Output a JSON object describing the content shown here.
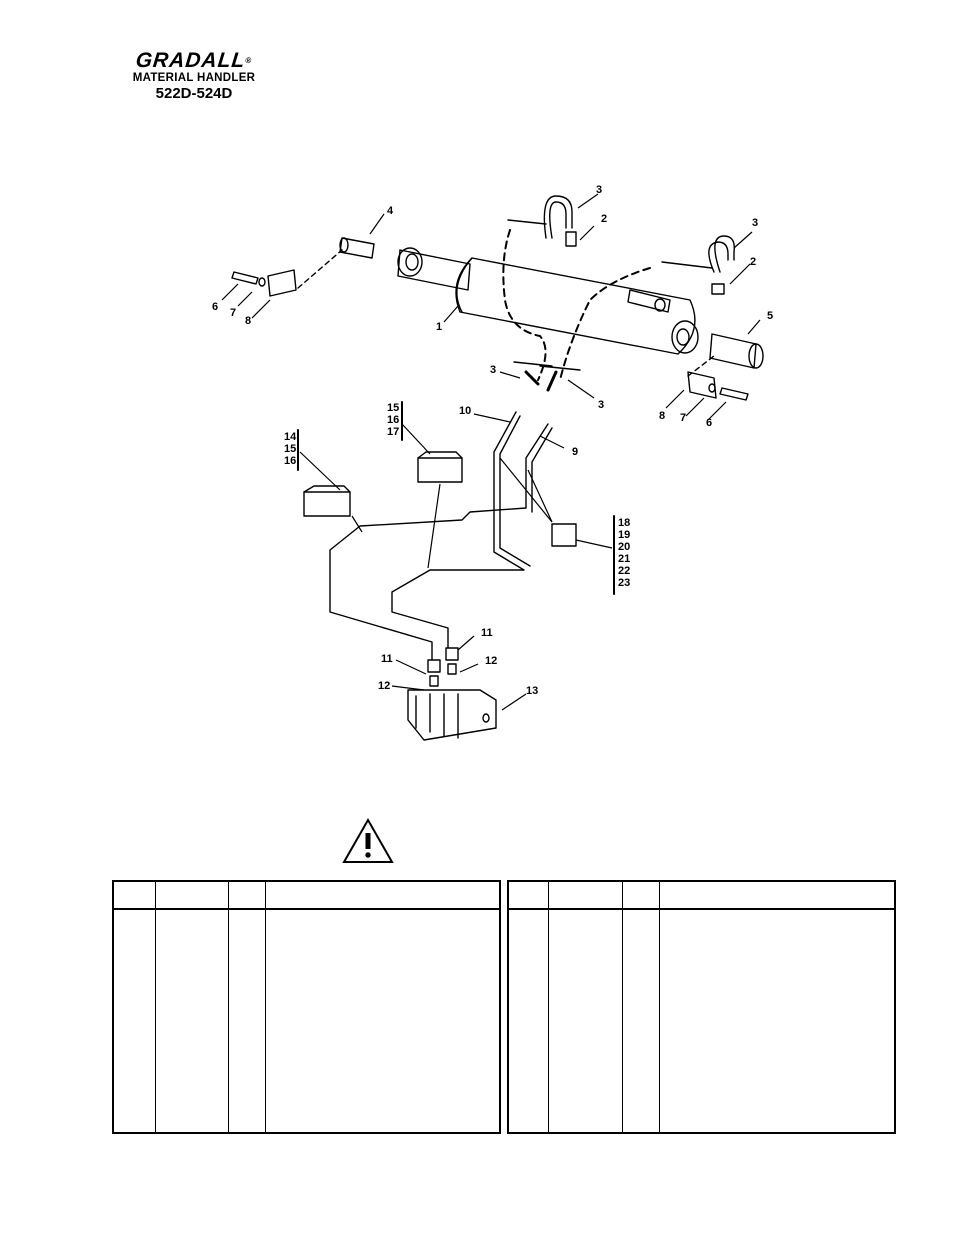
{
  "header": {
    "brand": "GRADALL",
    "registered": "®",
    "subtitle": "MATERIAL HANDLER",
    "model": "522D-524D"
  },
  "callouts": {
    "c1": "1",
    "c2a": "2",
    "c2b": "2",
    "c3a": "3",
    "c3b": "3",
    "c3c": "3",
    "c3d": "3",
    "c4": "4",
    "c5": "5",
    "c6a": "6",
    "c6b": "6",
    "c7a": "7",
    "c7b": "7",
    "c8a": "8",
    "c8b": "8",
    "c9": "9",
    "c10": "10",
    "c11a": "11",
    "c11b": "11",
    "c12a": "12",
    "c12b": "12",
    "c13": "13",
    "g1": [
      "14",
      "15",
      "16"
    ],
    "g2": [
      "15",
      "16",
      "17"
    ],
    "g3": [
      "18",
      "19",
      "20",
      "21",
      "22",
      "23"
    ]
  },
  "warning_icon": "warning-triangle-icon",
  "parts_tables": [
    {
      "rows": []
    },
    {
      "rows": []
    }
  ]
}
